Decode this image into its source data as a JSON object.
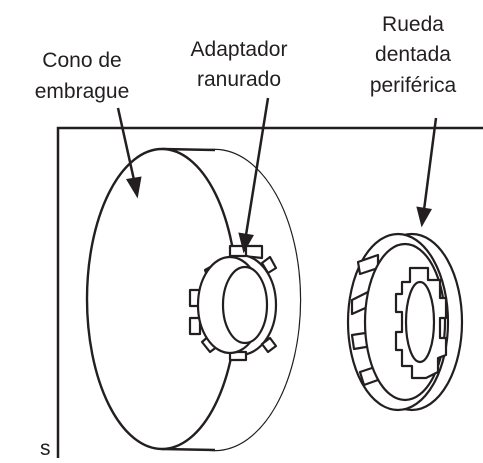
{
  "labels": {
    "clutch_drum": {
      "line1": "Cono de",
      "line2": "embrague"
    },
    "slotted_adapter": {
      "line1": "Adaptador",
      "line2": "ranurado"
    },
    "rim_sprocket": {
      "line1": "Rueda",
      "line2": "dentada",
      "line3": "periférica"
    },
    "edge_fragment": "s"
  },
  "colors": {
    "ink": "#231f20",
    "background": "#ffffff"
  }
}
